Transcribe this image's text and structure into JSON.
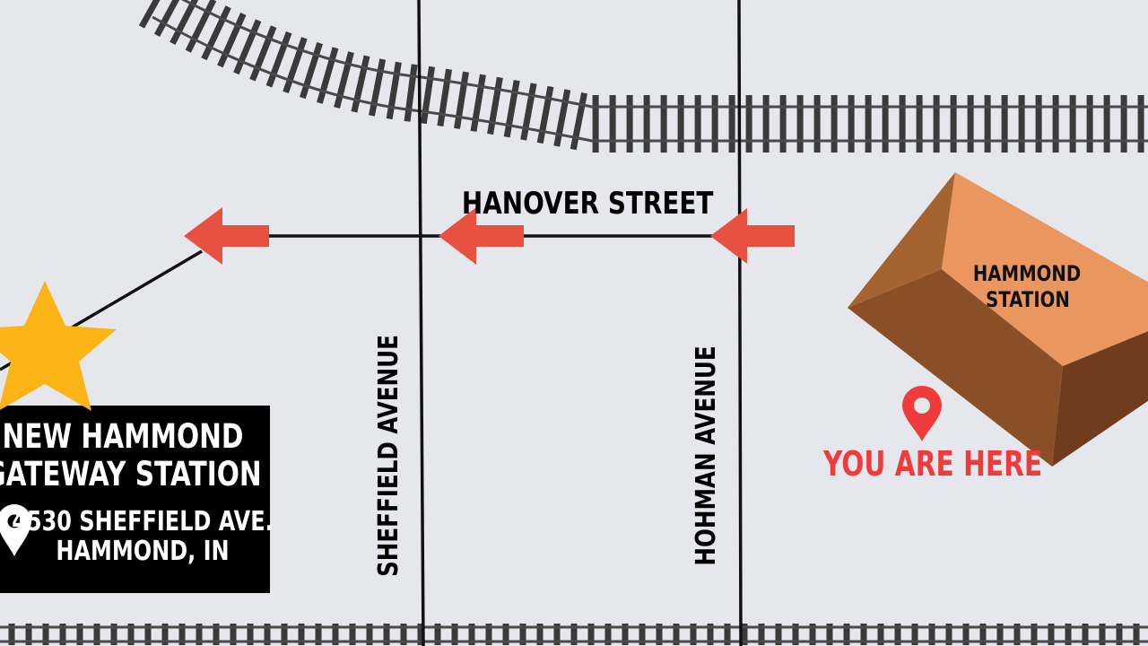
{
  "streets": {
    "hanover": "HANOVER STREET",
    "sheffield": "SHEFFIELD AVENUE",
    "hohman": "HOHMAN AVENUE"
  },
  "destination": {
    "name_line1": "NEW HAMMOND",
    "name_line2": "GATEWAY STATION",
    "address_line1": "4530 SHEFFIELD AVE.",
    "address_line2": "HAMMOND, IN",
    "marker_icon": "star-icon",
    "address_icon": "location-pin-icon"
  },
  "current_location": {
    "building_line1": "HAMMOND",
    "building_line2": "STATION",
    "label": "YOU ARE HERE",
    "marker_icon": "location-pin-icon"
  },
  "colors": {
    "background": "#e6e7ec",
    "road": "#111111",
    "arrow": "#e8503f",
    "star": "#fbb416",
    "you_are_here": "#ef3b3b",
    "building_roof": "#e9965f",
    "building_side": "#8a4f27",
    "label_box": "#000000",
    "rail": "#3a3a3a"
  }
}
